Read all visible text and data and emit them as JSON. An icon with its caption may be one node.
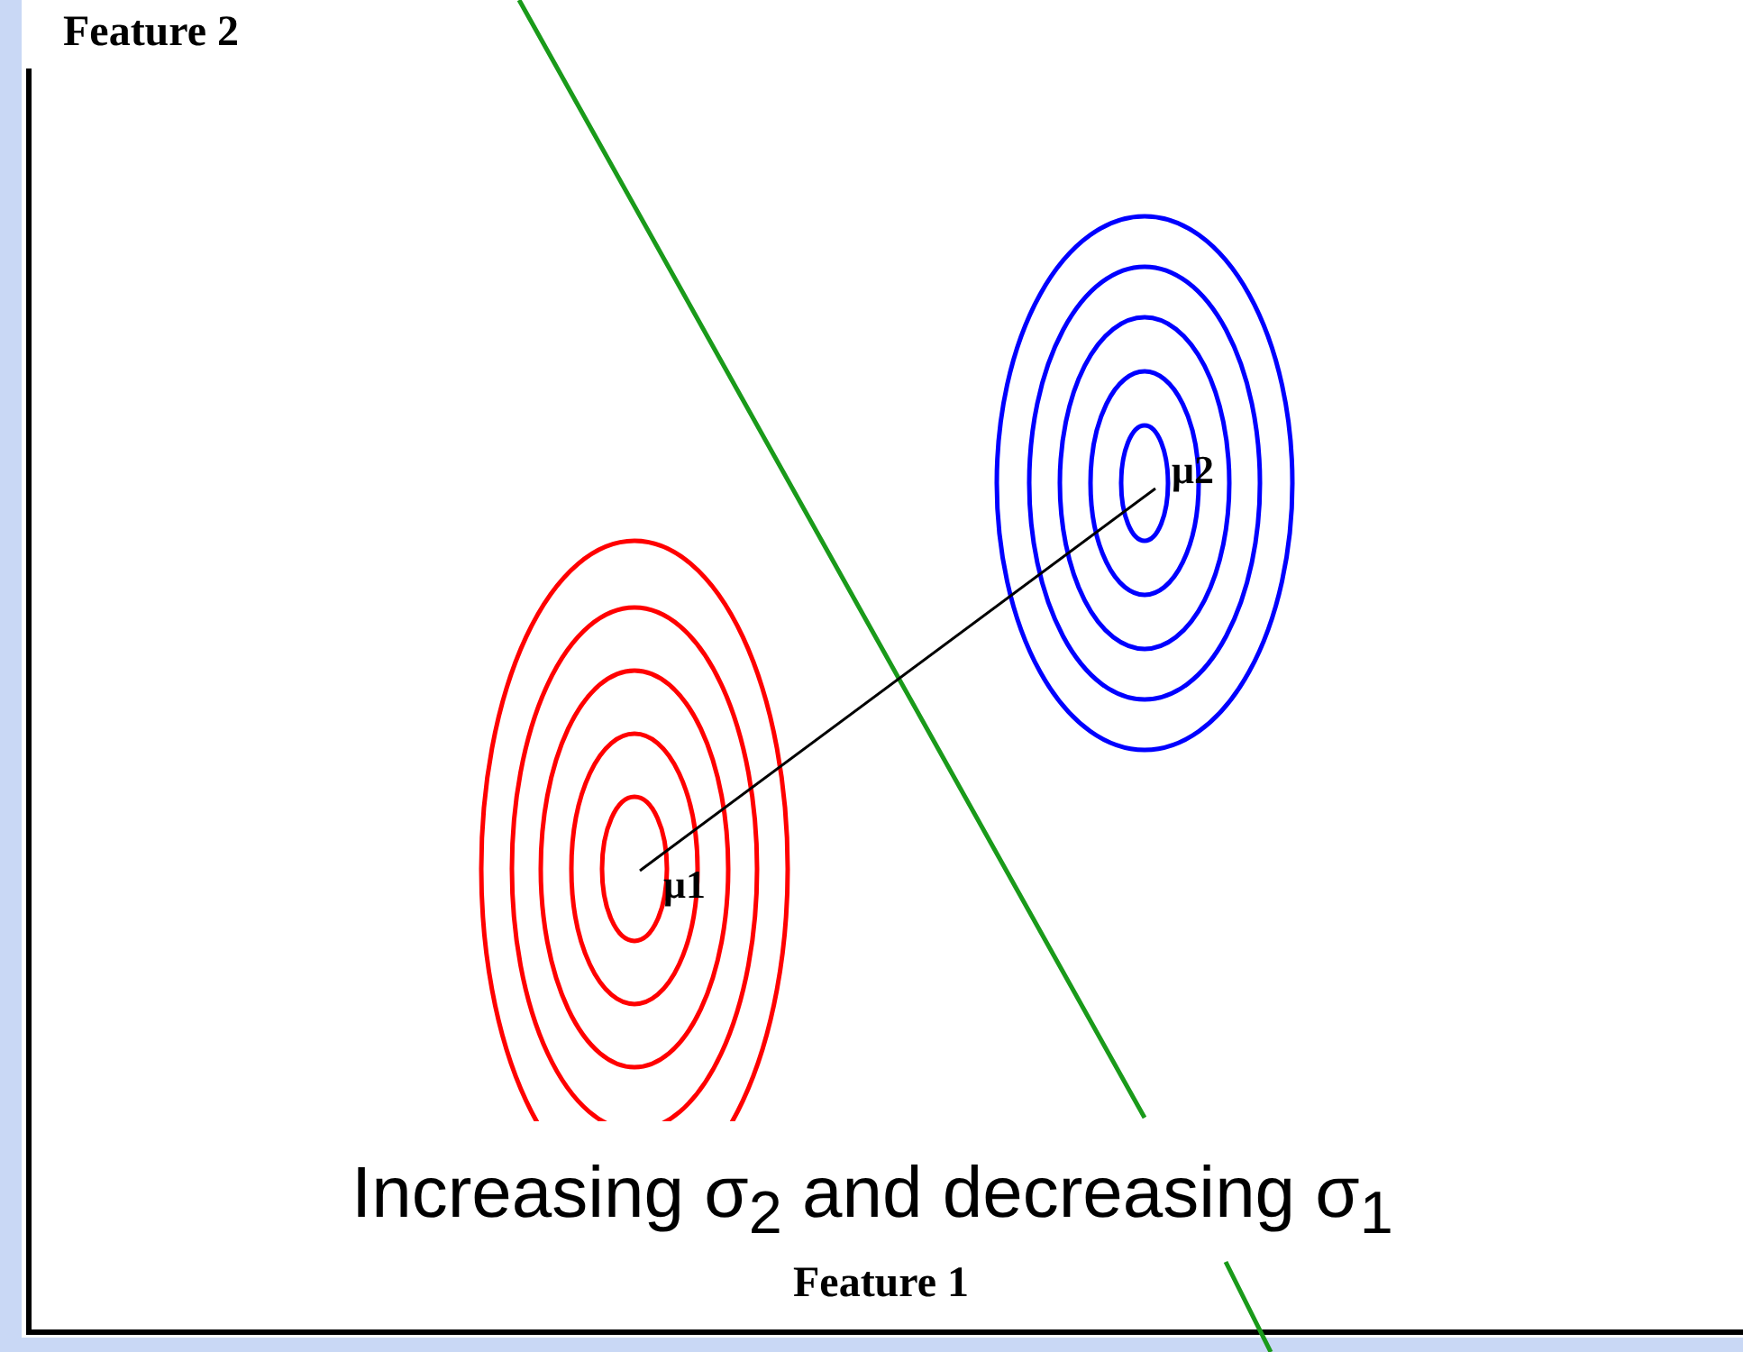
{
  "diagram": {
    "labels": [
      "Feature 2",
      "μ2",
      "μ1",
      "Increasing σ$_{2}$ and decreasing σ$_{1}$",
      "Feature 1"
    ]
  }
}
